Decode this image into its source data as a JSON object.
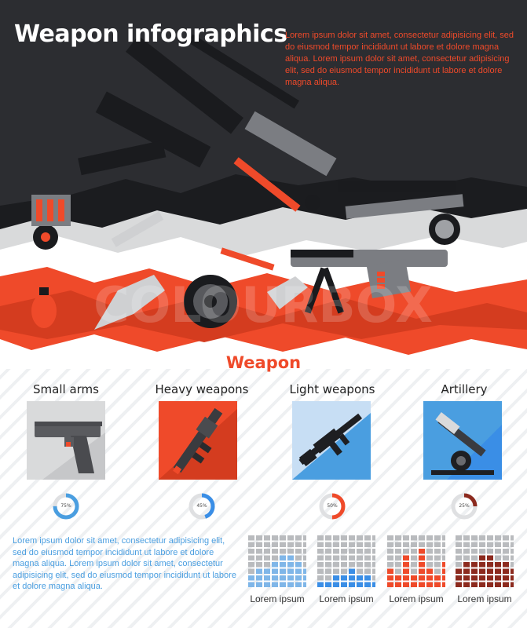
{
  "header": {
    "title": "Weapon infographics",
    "intro": "Lorem ipsum dolor sit amet, consectetur adipisicing elit, sed do eiusmod tempor incididunt ut labore et dolore magna aliqua. Lorem ipsum dolor sit amet, consectetur adipisicing elit, sed do eiusmod tempor incididunt ut labore et dolore magna aliqua."
  },
  "watermark": "COLOURBOX",
  "section": {
    "title": "Weapon"
  },
  "categories": [
    {
      "label": "Small arms",
      "icon": "pistol-icon",
      "percent": "75%",
      "fraction": 0.75,
      "color": "#4a9ee0"
    },
    {
      "label": "Heavy weapons",
      "icon": "rocket-launcher-icon",
      "percent": "45%",
      "fraction": 0.45,
      "color": "#3a8ee6"
    },
    {
      "label": "Light weapons",
      "icon": "rifle-icon",
      "percent": "50%",
      "fraction": 0.5,
      "color": "#ef4a2a"
    },
    {
      "label": "Artillery",
      "icon": "cannon-icon",
      "percent": "25%",
      "fraction": 0.25,
      "color": "#8c2a1e"
    }
  ],
  "body_text": "Lorem ipsum dolor sit amet, consectetur adipisicing elit, sed do eiusmod tempor incididunt ut labore et dolore magna aliqua. Lorem ipsum dolor sit amet, consectetur adipisicing elit, sed do eiusmod tempor incididunt ut labore et dolore magna aliqua.",
  "bar_grids": [
    {
      "label": "Lorem ipsum",
      "color": "#7fb6e8",
      "levels": [
        2,
        3,
        3,
        4,
        5,
        5,
        4,
        3
      ]
    },
    {
      "label": "Lorem ipsum",
      "color": "#3a8ee6",
      "levels": [
        1,
        1,
        2,
        2,
        3,
        2,
        2,
        1
      ]
    },
    {
      "label": "Lorem ipsum",
      "color": "#ef4a2a",
      "levels": [
        3,
        2,
        5,
        2,
        6,
        3,
        2,
        4
      ]
    },
    {
      "label": "Lorem ipsum",
      "color": "#8c2a1e",
      "levels": [
        3,
        4,
        4,
        5,
        5,
        4,
        4,
        3
      ]
    }
  ],
  "colors": {
    "dark": "#2c2d31",
    "accent": "#ef4a2a",
    "blue": "#4a9ee0",
    "light_gray": "#d9dadb"
  }
}
